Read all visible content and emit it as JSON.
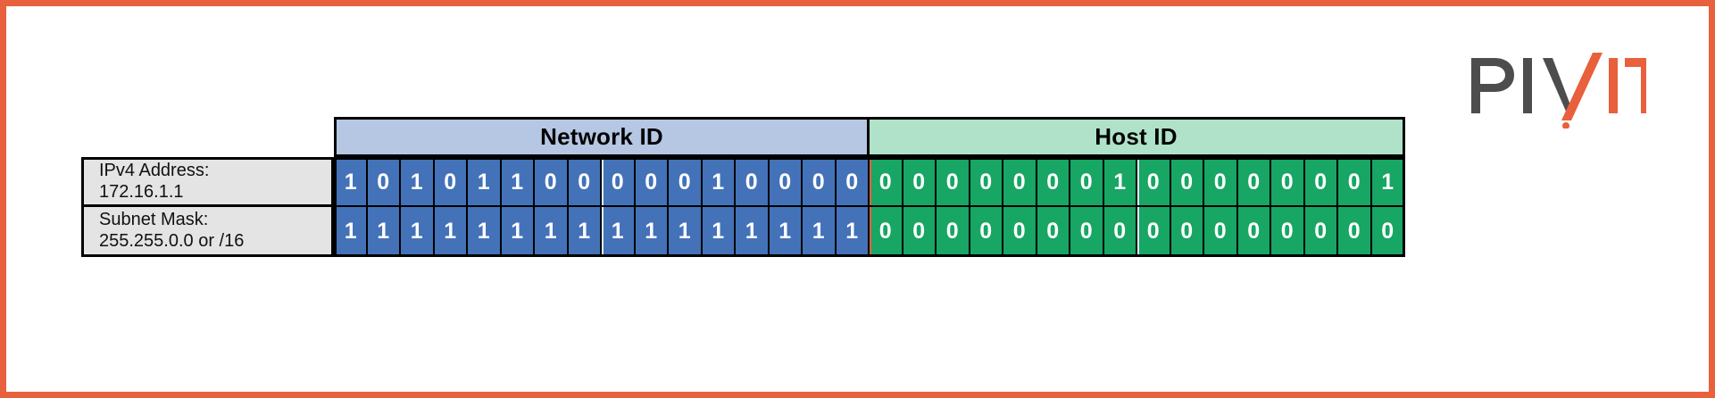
{
  "page": {
    "border_color": "#E8603C",
    "background": "#ffffff"
  },
  "logo": {
    "name": "PIVIT",
    "text_part_gray": "PIV",
    "text_part_orange": "IT",
    "gray_color": "#4D4D4D",
    "orange_color": "#E8603C"
  },
  "diagram": {
    "headers": [
      {
        "label": "Network ID",
        "color": "#B6C7E3",
        "span_bits": 16
      },
      {
        "label": "Host ID",
        "color": "#AFE2C9",
        "span_bits": 16
      }
    ],
    "rows": [
      {
        "label_line1": "IPv4 Address:",
        "label_line2": "172.16.1.1",
        "bits": [
          "1",
          "0",
          "1",
          "0",
          "1",
          "1",
          "0",
          "0",
          "0",
          "0",
          "0",
          "1",
          "0",
          "0",
          "0",
          "0",
          "0",
          "0",
          "0",
          "0",
          "0",
          "0",
          "0",
          "1",
          "0",
          "0",
          "0",
          "0",
          "0",
          "0",
          "0",
          "1"
        ]
      },
      {
        "label_line1": "Subnet Mask:",
        "label_line2": "255.255.0.0 or /16",
        "bits": [
          "1",
          "1",
          "1",
          "1",
          "1",
          "1",
          "1",
          "1",
          "1",
          "1",
          "1",
          "1",
          "1",
          "1",
          "1",
          "1",
          "0",
          "0",
          "0",
          "0",
          "0",
          "0",
          "0",
          "0",
          "0",
          "0",
          "0",
          "0",
          "0",
          "0",
          "0",
          "0"
        ]
      }
    ],
    "network_bit_color": "#4472B8",
    "host_bit_color": "#17A664",
    "label_cell_color": "#E4E4E4",
    "network_bit_count": 16
  }
}
